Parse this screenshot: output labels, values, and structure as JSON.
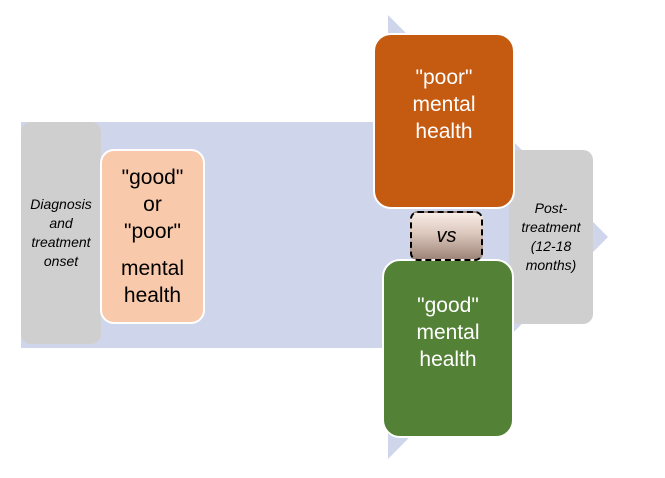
{
  "colors": {
    "arrow": "#cfd5ea",
    "grey_box": "#d0cfd0",
    "peach_box": "#f8c9aa",
    "orange_box": "#c55a11",
    "green_box": "#538135"
  },
  "onset": {
    "lines": [
      "Diagnosis",
      "and",
      "treatment",
      "onset"
    ]
  },
  "baseline_state": {
    "lines_top": [
      "\"good\"",
      "or",
      "\"poor\""
    ],
    "lines_bottom": [
      "mental",
      "health"
    ]
  },
  "outcome_poor": {
    "lines": [
      "\"poor\"",
      "mental",
      "health"
    ]
  },
  "comparison": {
    "label": "vs"
  },
  "outcome_good": {
    "lines": [
      "\"good\"",
      "mental",
      "health"
    ]
  },
  "post": {
    "lines": [
      "Post-",
      "treatment",
      "(12-18",
      "months)"
    ]
  }
}
